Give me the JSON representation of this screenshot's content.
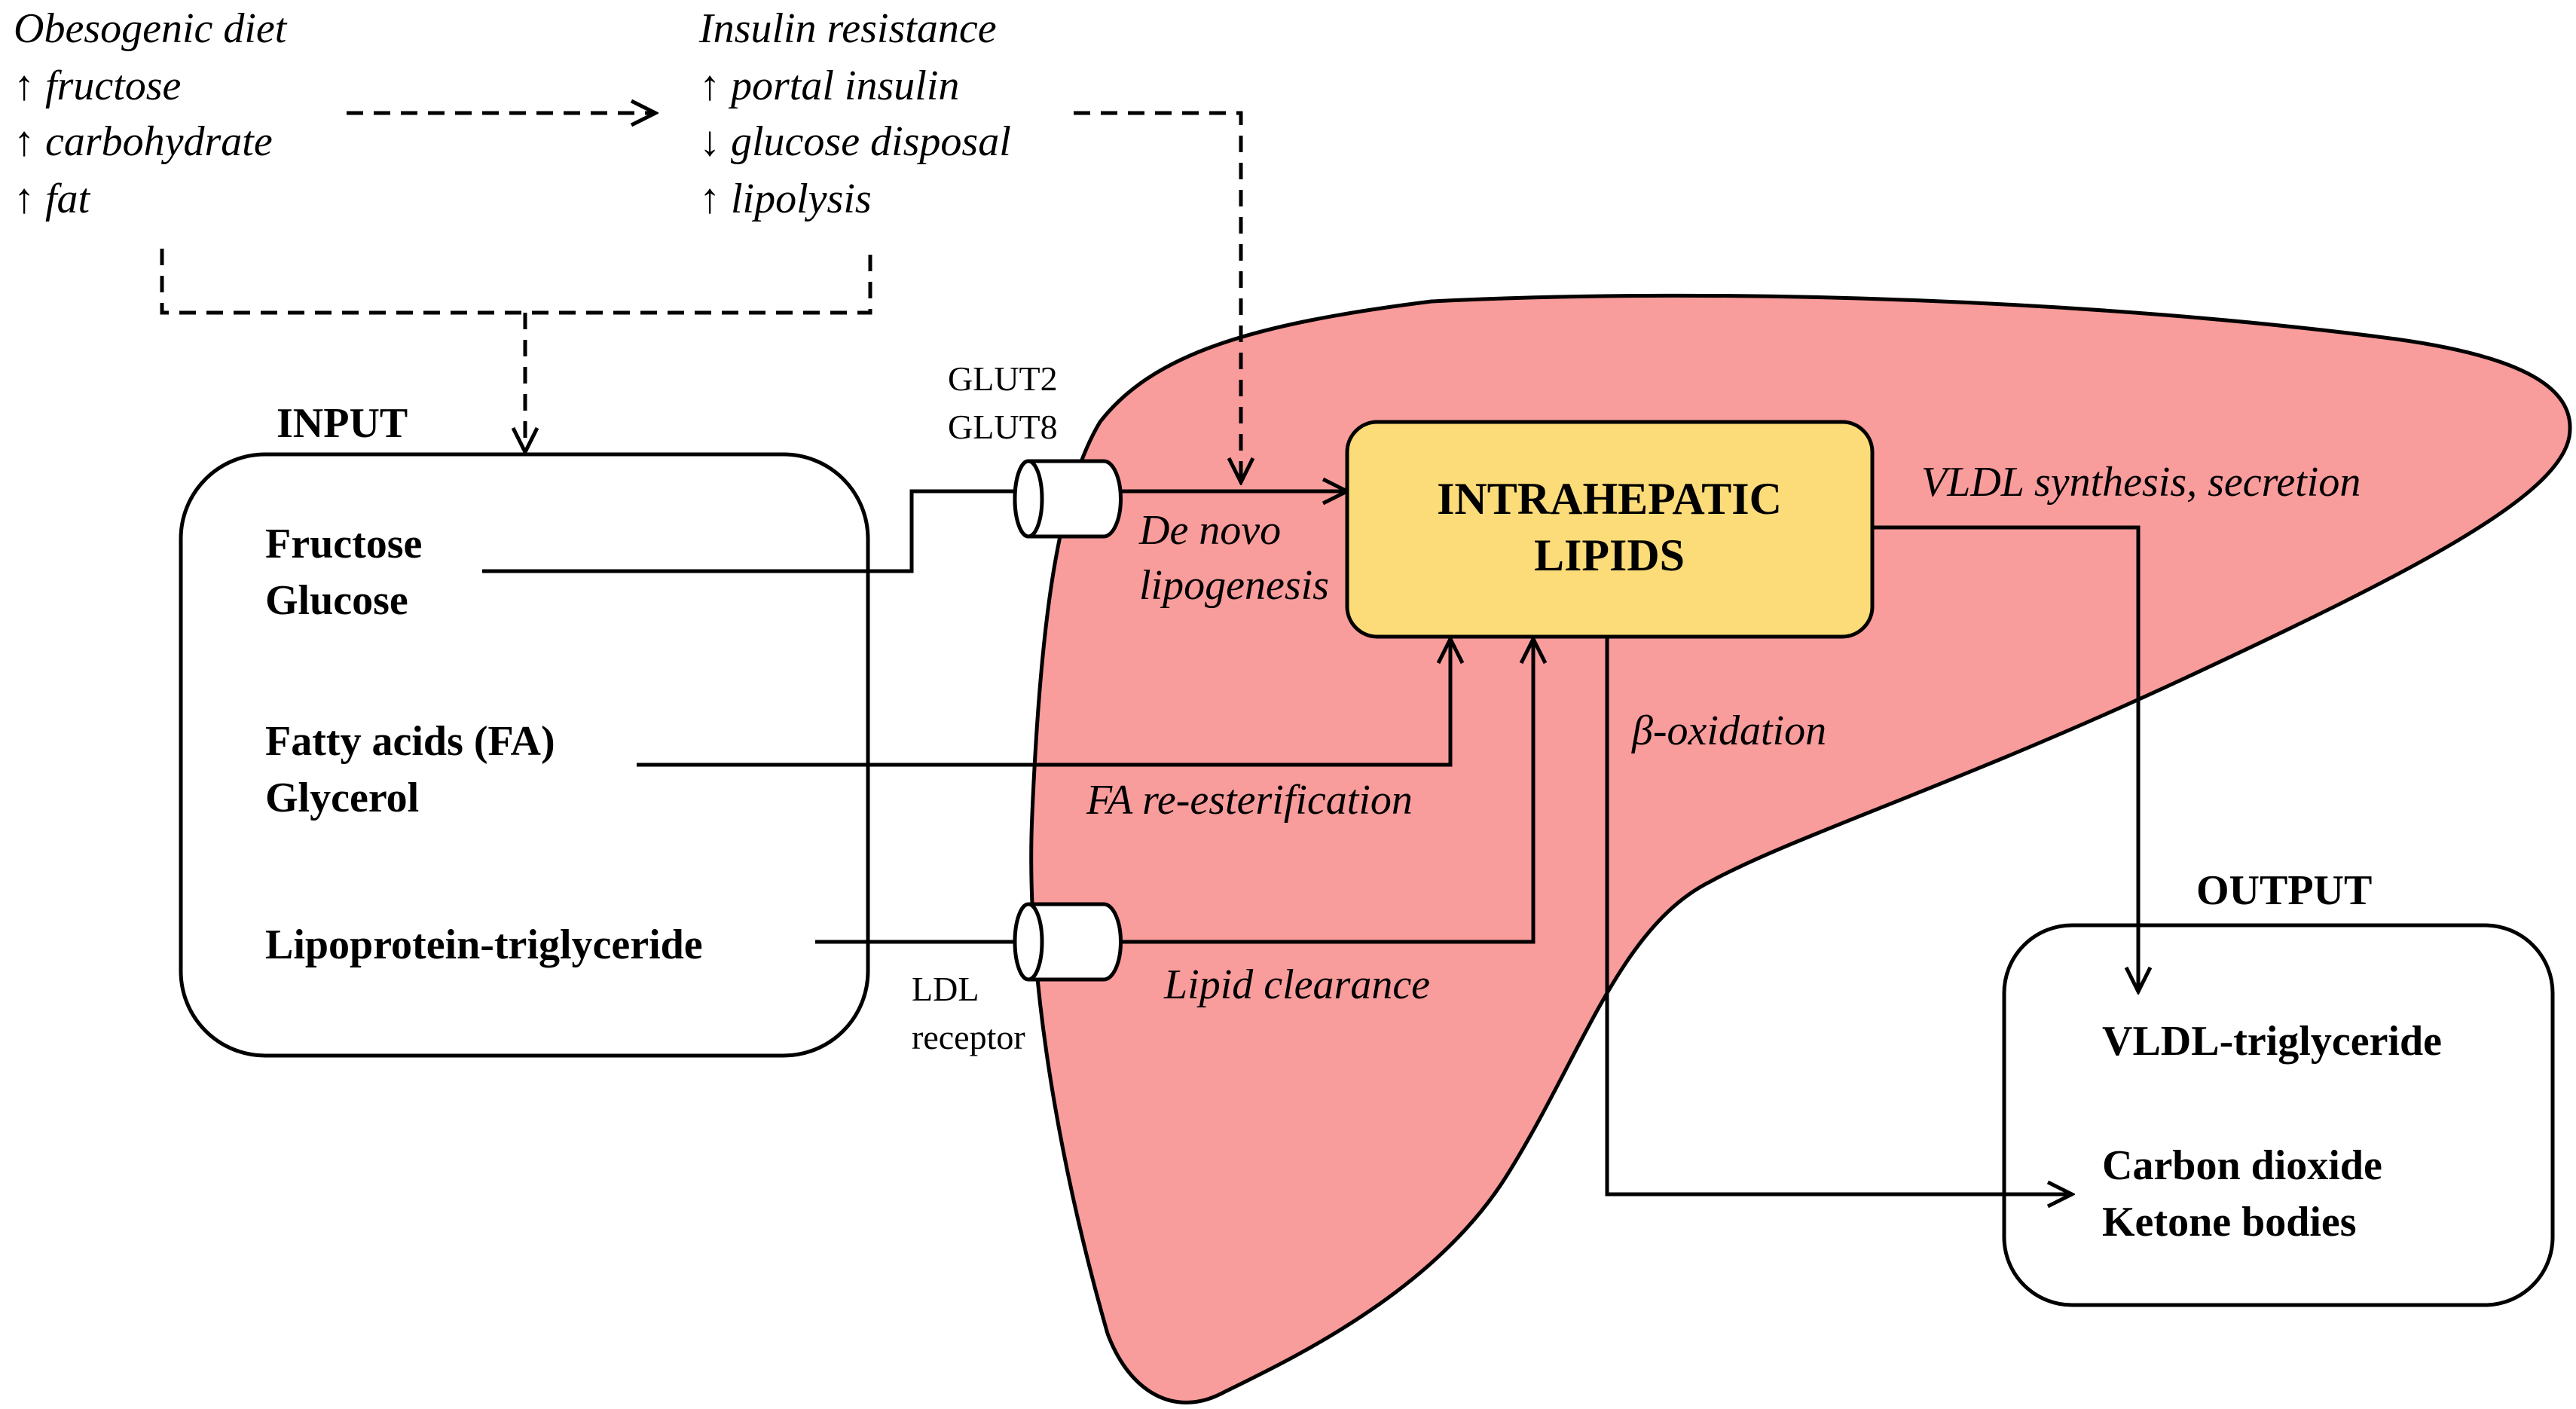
{
  "colors": {
    "liver_fill": "#f99c9c",
    "lipids_fill": "#fcdc78",
    "stroke": "#000000",
    "background": "#ffffff"
  },
  "factors": {
    "diet": {
      "title": "Obesogenic diet",
      "items": [
        "↑ fructose",
        "↑ carbohydrate",
        "↑ fat"
      ]
    },
    "insulin": {
      "title": "Insulin resistance",
      "items": [
        "↑ portal insulin",
        "↓ glucose disposal",
        "↑ lipolysis"
      ]
    }
  },
  "input": {
    "label": "INPUT",
    "items": [
      "Fructose",
      "Glucose",
      "Fatty acids (FA)",
      "Glycerol",
      "Lipoprotein-triglyceride"
    ]
  },
  "transporters": {
    "glut": [
      "GLUT2",
      "GLUT8"
    ],
    "ldl": [
      "LDL",
      "receptor"
    ]
  },
  "center": {
    "line1": "INTRAHEPATIC",
    "line2": "LIPIDS"
  },
  "pathways": {
    "dnl_line1": "De novo",
    "dnl_line2": "lipogenesis",
    "fa_reester": "FA re-esterification",
    "lipid_clearance": "Lipid clearance",
    "beta_ox": "β-oxidation",
    "vldl_synth": "VLDL synthesis, secretion"
  },
  "output": {
    "label": "OUTPUT",
    "items": [
      "VLDL-triglyceride",
      "Carbon dioxide",
      "Ketone bodies"
    ]
  }
}
